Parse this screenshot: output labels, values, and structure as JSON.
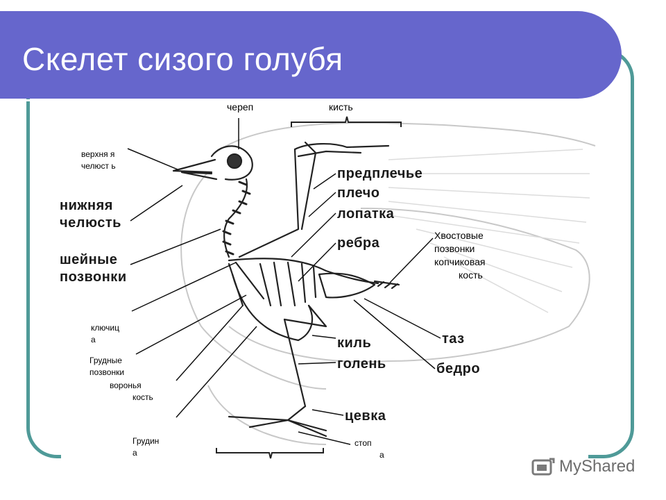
{
  "slide": {
    "title": "Скелет сизого голубя",
    "accent_color": "#6666cc",
    "frame_color": "#4f9a98"
  },
  "labels": {
    "skull": "череп",
    "hand": "кисть",
    "upper_jaw": "верхня я челюст ь",
    "lower_jaw": [
      "нижняя",
      "челюсть"
    ],
    "neck_vertebrae": [
      "шейные",
      "позвонки"
    ],
    "clavicle": [
      "ключиц",
      "а"
    ],
    "thoracic_vertebrae": [
      "Грудные",
      "позвонки"
    ],
    "coracoid": [
      "воронья",
      "кость"
    ],
    "sternum": [
      "Грудин",
      "а"
    ],
    "forearm": "предплечье",
    "shoulder": "плечо",
    "scapula": "лопатка",
    "ribs": "ребра",
    "tail": [
      "Хвостовые",
      "позвонки",
      "копчиковая",
      "кость"
    ],
    "pelvis": "таз",
    "keel": "киль",
    "shin": "голень",
    "thigh": "бедро",
    "tarsus": "цевка",
    "foot": [
      "стоп",
      "а"
    ]
  },
  "logo": {
    "icon": "myshared-logo-icon",
    "text": "MyShared"
  }
}
